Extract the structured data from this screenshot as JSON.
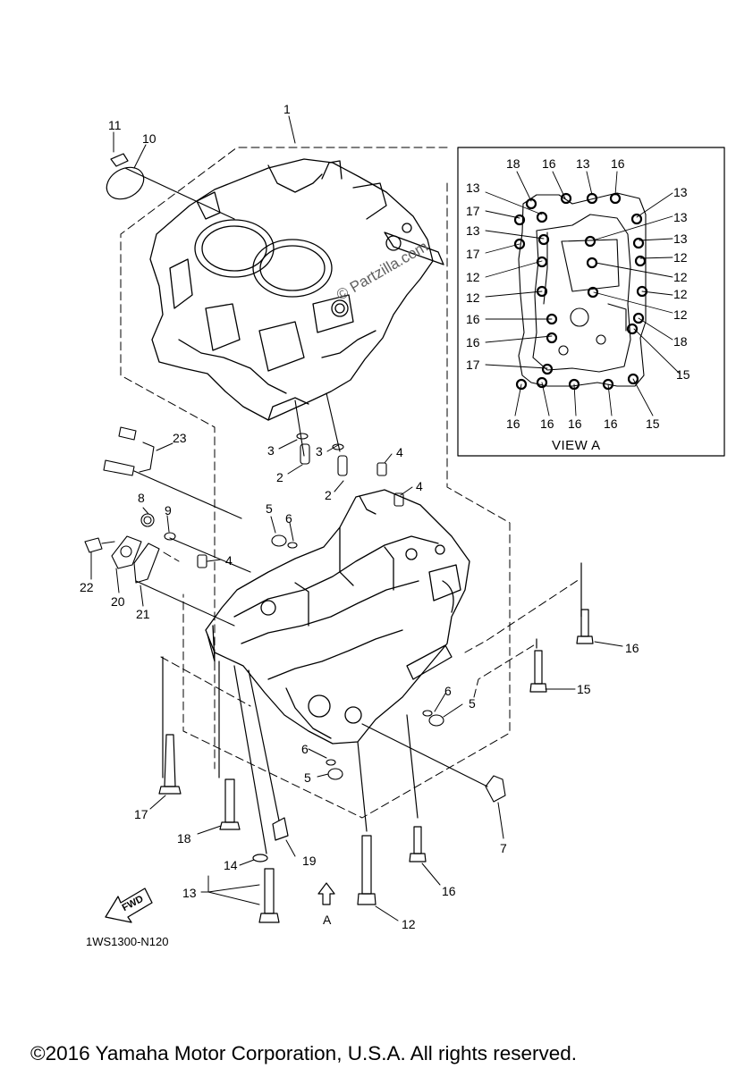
{
  "diagram": {
    "callouts": [
      "1",
      "2",
      "2",
      "3",
      "3",
      "4",
      "4",
      "4",
      "5",
      "5",
      "5",
      "6",
      "6",
      "6",
      "7",
      "8",
      "9",
      "10",
      "11",
      "12",
      "13",
      "14",
      "15",
      "16",
      "16",
      "17",
      "18",
      "19",
      "20",
      "21",
      "22",
      "23"
    ],
    "direction_label": "A",
    "fwd_label": "FWD",
    "part_code": "1WS1300-N120",
    "copyright": "©2016 Yamaha Motor Corporation, U.S.A. All rights reserved.",
    "watermark": "© Partzilla.com"
  },
  "view_a": {
    "title": "VIEW A",
    "labels": [
      "18",
      "16",
      "13",
      "16",
      "13",
      "13",
      "17",
      "13",
      "13",
      "13",
      "17",
      "12",
      "12",
      "12",
      "12",
      "12",
      "12",
      "16",
      "16",
      "18",
      "15",
      "17",
      "16",
      "16",
      "16",
      "16",
      "15"
    ]
  }
}
